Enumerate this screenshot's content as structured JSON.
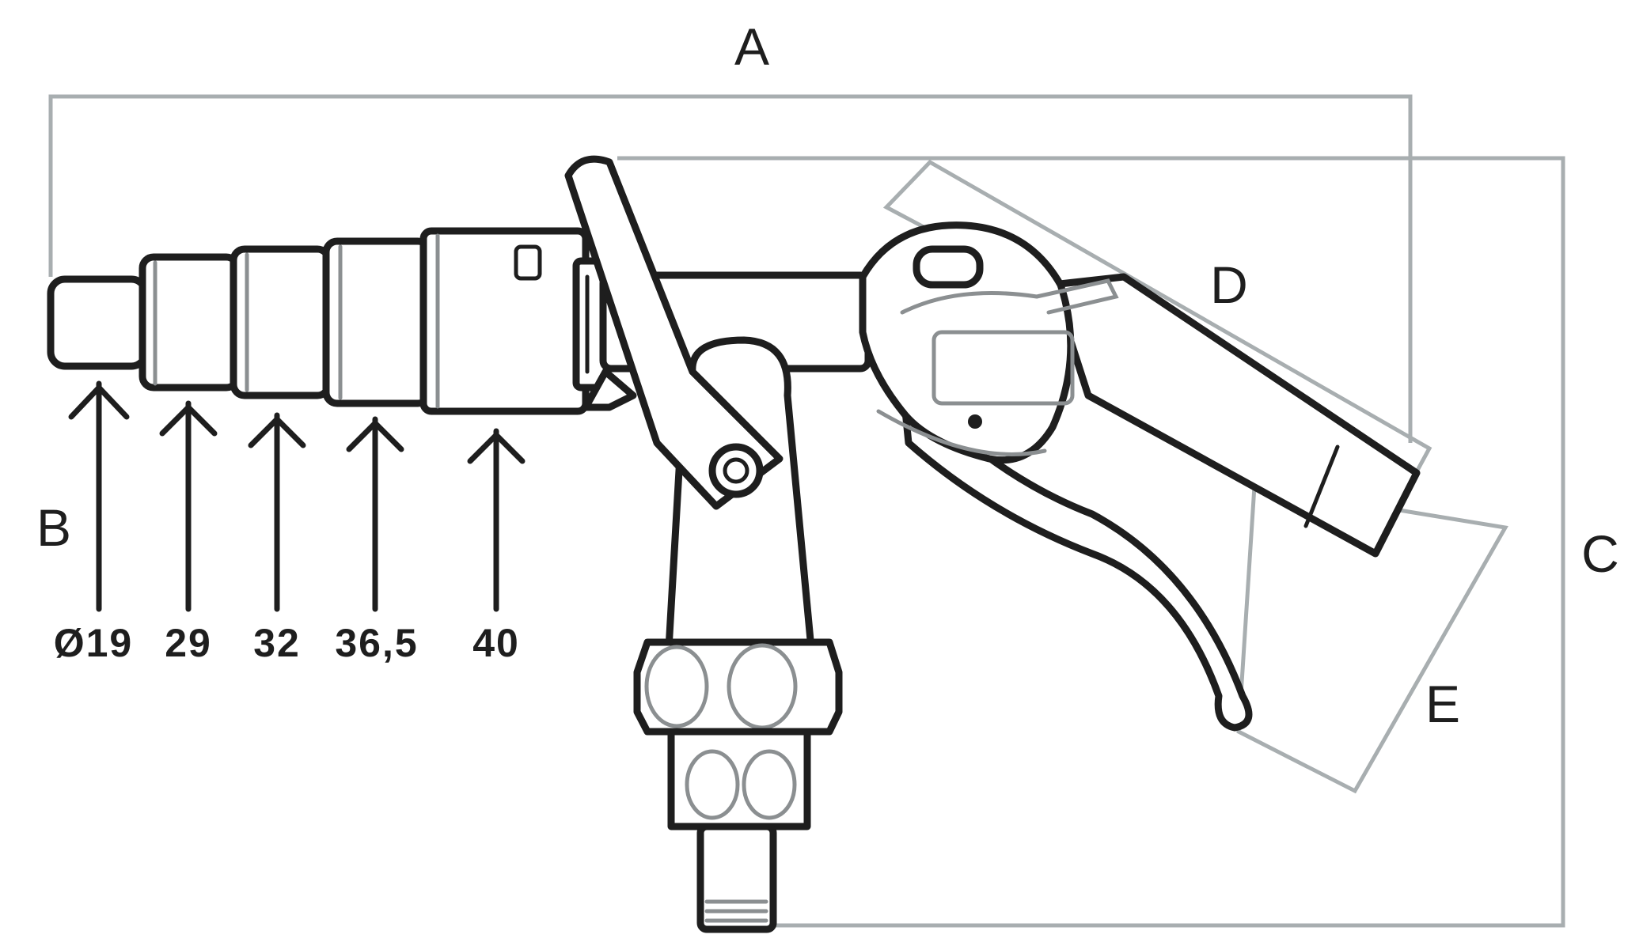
{
  "dimension_letters": {
    "A": "A",
    "B": "B",
    "C": "C",
    "D": "D",
    "E": "E"
  },
  "step_diameters": [
    "Ø19",
    "29",
    "32",
    "36,5",
    "40"
  ],
  "colors": {
    "outline": "#1e1e1e",
    "dimension_lines": "#a8aeb0",
    "background": "#ffffff"
  }
}
